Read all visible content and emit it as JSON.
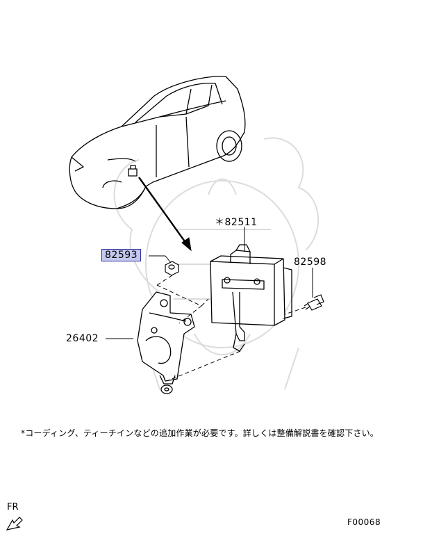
{
  "labels": {
    "p82511": "＊82511",
    "p82593": "82593",
    "p82598": "82598",
    "p26402": "26402"
  },
  "note": "*コーディング、ティーチインなどの追加作業が必要です。詳しくは整備解説書を確認下さい。",
  "direction": "FR",
  "figure_code": "F00068",
  "colors": {
    "highlight_fill": "#c5c8ee",
    "highlight_border": "#2a2f9c",
    "watermark": "#d9d9d9"
  }
}
